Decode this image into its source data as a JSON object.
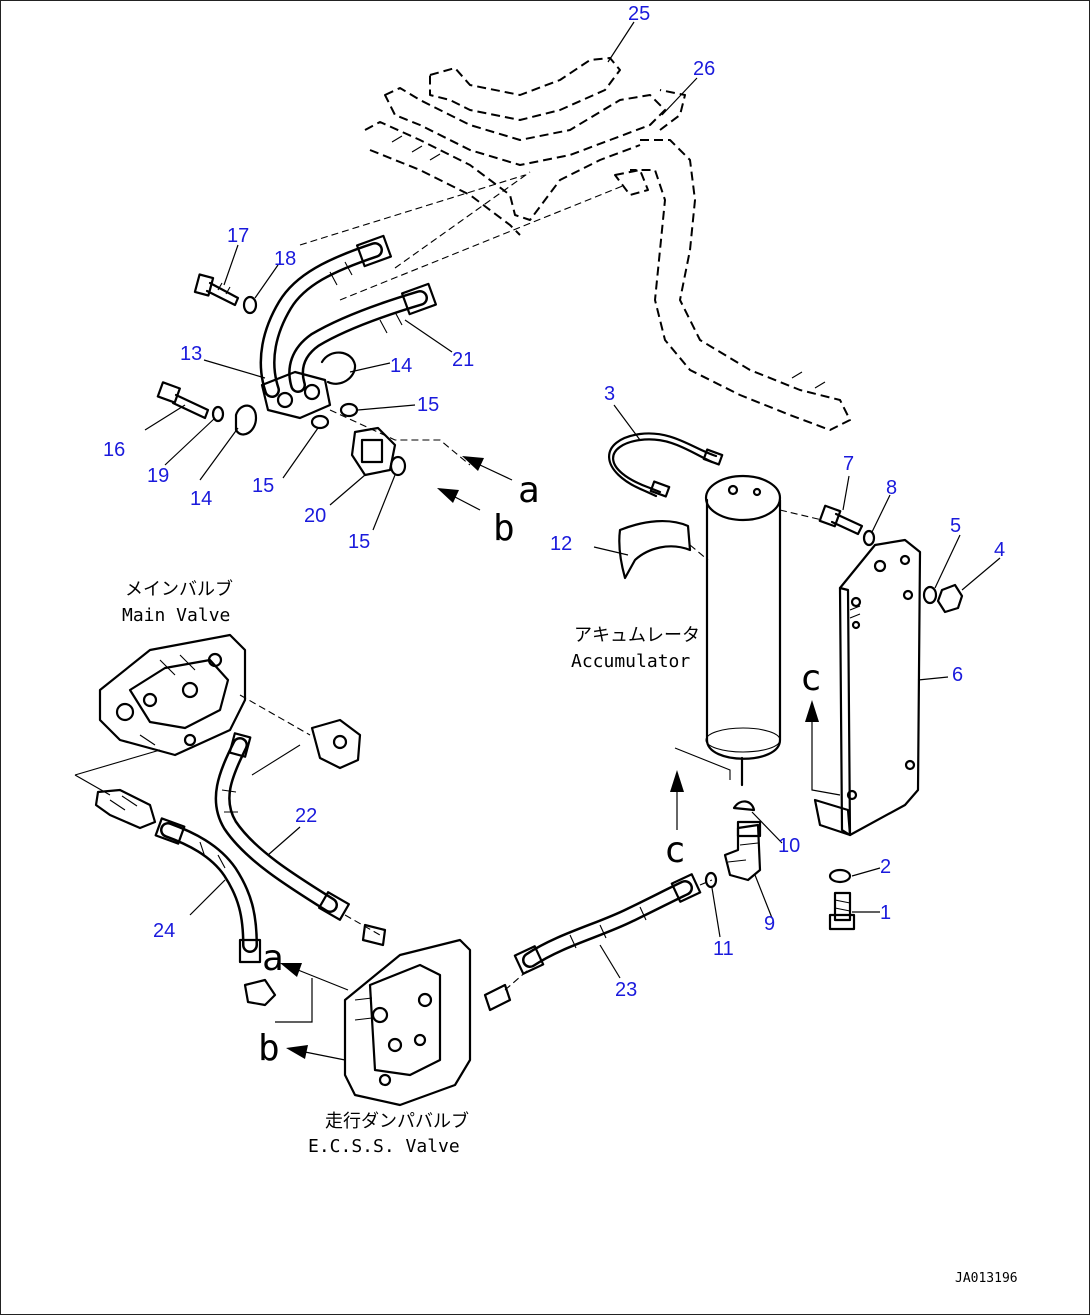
{
  "diagram": {
    "part_numbers": [
      "1",
      "2",
      "3",
      "4",
      "5",
      "6",
      "7",
      "8",
      "9",
      "10",
      "11",
      "12",
      "13",
      "14",
      "15",
      "16",
      "17",
      "18",
      "19",
      "20",
      "21",
      "22",
      "23",
      "24",
      "25",
      "26"
    ],
    "view_letters": {
      "a": "a",
      "b": "b",
      "c": "c"
    },
    "labels": {
      "main_valve_jp": "メインバルブ",
      "main_valve_en": "Main Valve",
      "accumulator_jp": "アキュムレータ",
      "accumulator_en": "Accumulator",
      "ecss_valve_jp": "走行ダンパバルブ",
      "ecss_valve_en": "E.C.S.S. Valve"
    },
    "drawing_code": "JA013196",
    "colors": {
      "callout": "#1a1adc",
      "line": "#000000",
      "background": "#ffffff"
    }
  }
}
